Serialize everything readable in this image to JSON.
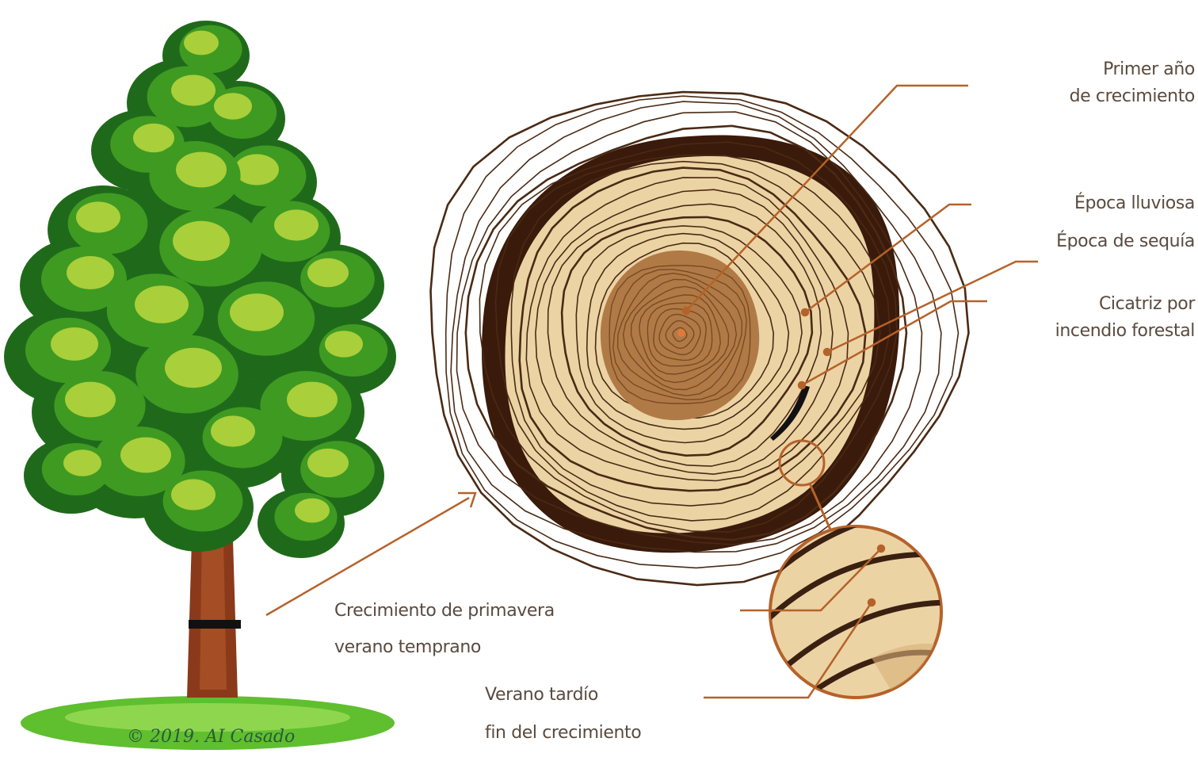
{
  "labels": {
    "first_year": [
      "Primer año",
      "de crecimiento"
    ],
    "rainy": "Época lluviosa",
    "drought": "Época de sequía",
    "fire_scar": [
      "Cicatriz por",
      "incendio forestal"
    ],
    "spring": [
      "Crecimiento de primavera",
      "verano temprano"
    ],
    "late_summer": [
      "Verano tardío",
      "fin del crecimiento"
    ]
  },
  "signature": "© 2019. AI Casado",
  "colors": {
    "leader_line": "#b5622a",
    "bark": "#3a1a0a",
    "sapwood": "#ecd3a4",
    "heartwood": "#b07a46",
    "ring_line": "#4a2a14",
    "trunk": "#8a3a1a",
    "foliage_dark": "#1f6a1a",
    "foliage_mid": "#3f9a22",
    "foliage_light": "#a9cf3a",
    "grass": "#5fbf2f",
    "text": "#5a4a3e"
  }
}
